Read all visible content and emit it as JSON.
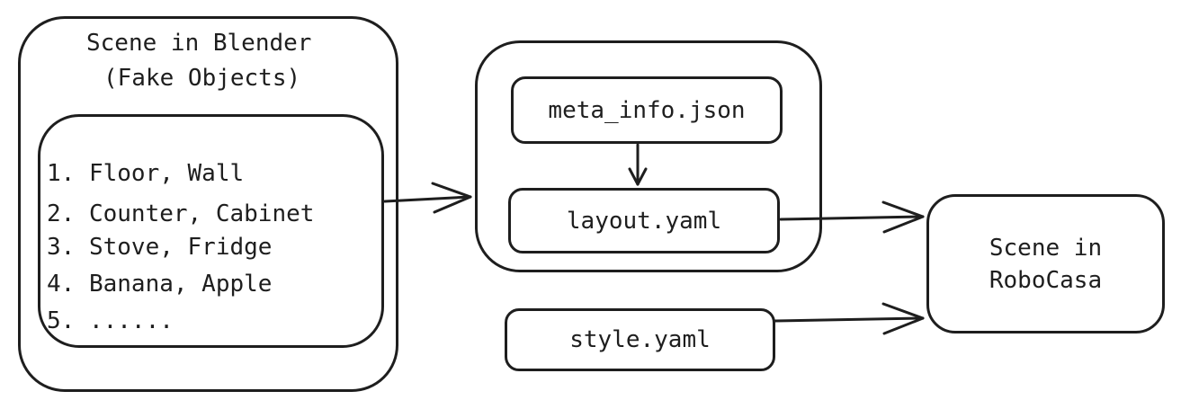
{
  "blender_scene": {
    "title_line1": "Scene in Blender",
    "title_line2": "(Fake Objects)",
    "items": [
      "1. Floor, Wall",
      "2. Counter, Cabinet",
      "3. Stove, Fridge",
      "4. Banana, Apple",
      "5. ......"
    ]
  },
  "config_group": {
    "meta_info": "meta_info.json",
    "layout": "layout.yaml"
  },
  "style_file": "style.yaml",
  "robocasa_scene": {
    "line1": "Scene in",
    "line2": "RoboCasa"
  },
  "colors": {
    "stroke": "#1e1e1e",
    "background": "#ffffff"
  }
}
